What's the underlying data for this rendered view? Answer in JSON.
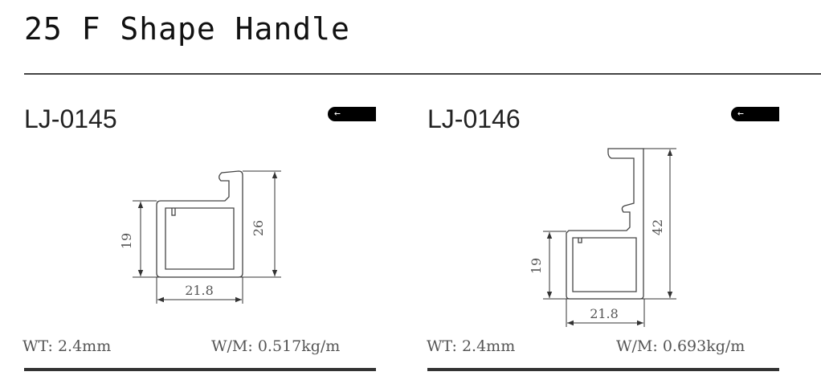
{
  "title": "25 F Shape Handle",
  "products": [
    {
      "code": "LJ-0145",
      "back_icon": "arrow-left-icon",
      "height_small": "19",
      "height_total": "26",
      "width": "21.8",
      "wt": "WT: 2.4mm",
      "wm": "W/M: 0.517kg/m"
    },
    {
      "code": "LJ-0146",
      "back_icon": "arrow-left-icon",
      "height_small": "19",
      "height_total": "42",
      "width": "21.8",
      "wt": "WT: 2.4mm",
      "wm": "W/M: 0.693kg/m"
    }
  ]
}
